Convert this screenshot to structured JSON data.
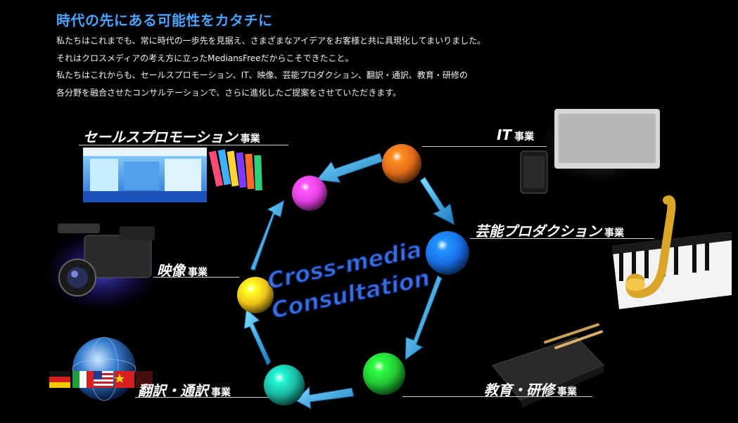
{
  "heading": "時代の先にある可能性をカタチに",
  "intro": [
    "私たちはこれまでも、常に時代の一歩先を見据え、さまざまなアイデアをお客様と共に具現化してまいりました。",
    "それはクロスメディアの考え方に立ったMediansFreeだからこそできたこと。",
    "私たちはこれからも、セールスプロモーション、IT、映像、芸能プロダクション、翻訳・通訳、教育・研修の",
    "各分野を融合させたコンサルテーションで、さらに進化したご提案をさせていただきます。"
  ],
  "center": {
    "line1": "Cross-media",
    "line2": "Consultation"
  },
  "suffix": "事業",
  "divisions": [
    {
      "id": "sales",
      "name": "セールスプロモーション",
      "sphere_color": "#e040e0",
      "icon": "exhibition-booth-icon"
    },
    {
      "id": "it",
      "name": "IT",
      "sphere_color": "#e06a1a",
      "icon": "keyboard-icon"
    },
    {
      "id": "entertainment",
      "name": "芸能プロダクション",
      "sphere_color": "#1a6ee8",
      "icon": "saxophone-piano-icon"
    },
    {
      "id": "video",
      "name": "映像",
      "sphere_color": "#f0c41a",
      "icon": "video-camera-icon"
    },
    {
      "id": "translation",
      "name": "翻訳・通訳",
      "sphere_color": "#1ab8a0",
      "icon": "globe-flags-icon"
    },
    {
      "id": "education",
      "name": "教育・研修",
      "sphere_color": "#22c832",
      "icon": "notebook-pen-icon"
    }
  ],
  "colors": {
    "heading": "#4aa3ff",
    "arrow": "#2aa8e0",
    "center_text": "#3b6fd8"
  }
}
